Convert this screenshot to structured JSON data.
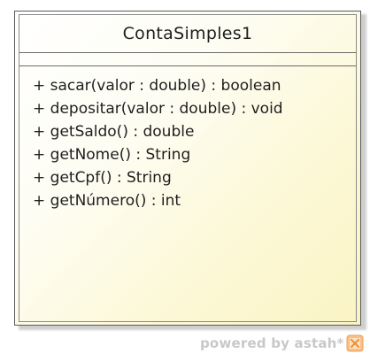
{
  "class": {
    "name": "ContaSimples1",
    "attributes": [],
    "operations": [
      "+ sacar(valor : double) : boolean",
      "+ depositar(valor : double) : void",
      "+ getSaldo() : double",
      "+ getNome() : String",
      "+ getCpf() : String",
      "+ getNúmero() : int"
    ]
  },
  "watermark": {
    "text": "powered by astah*",
    "icon": "astah-logo-icon"
  },
  "colors": {
    "box_border": "#5a5a5a",
    "fill_light": "#ffffff",
    "fill_yellow": "#faf4c4",
    "text": "#1e1e1e",
    "watermark_text": "#c8c8c8",
    "watermark_icon": "#f5a04a"
  }
}
